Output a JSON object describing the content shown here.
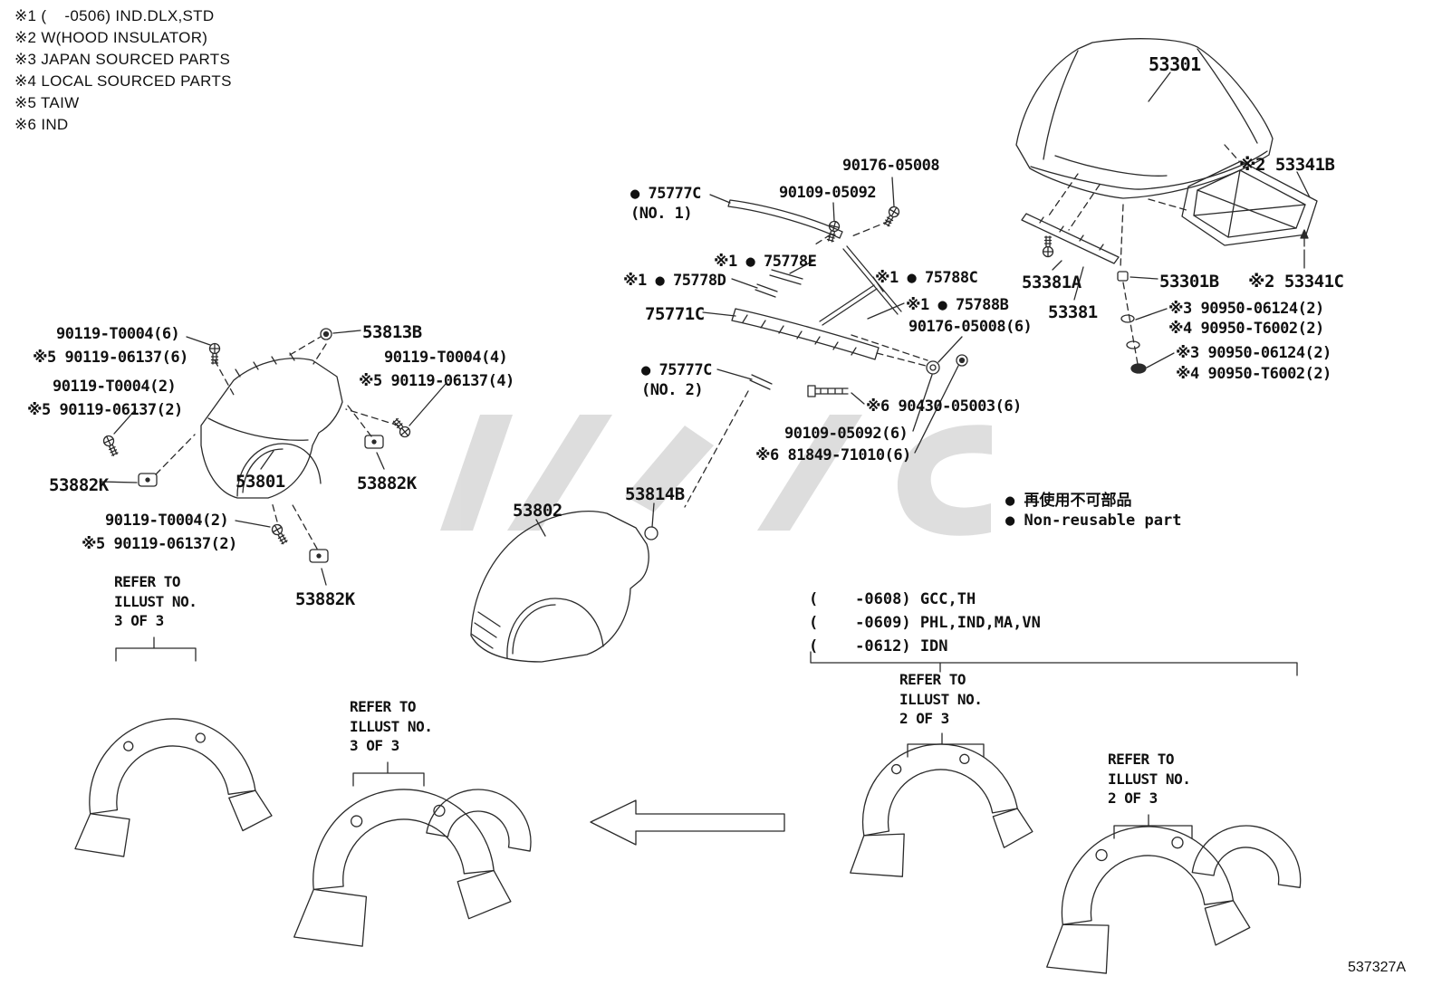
{
  "drawing_number": "537327A",
  "notes": [
    "※1 (    -0506) IND.DLX,STD",
    "※2 W(HOOD INSULATOR)",
    "※3 JAPAN SOURCED PARTS",
    "※4 LOCAL SOURCED PARTS",
    "※5 TAIW",
    "※6 IND"
  ],
  "reusable_legend": {
    "jp": "● 再使用不可部品",
    "en": "● Non-reusable part"
  },
  "date_codes": [
    "(    -0608) GCC,TH",
    "(    -0609) PHL,IND,MA,VN",
    "(    -0612) IDN"
  ],
  "refer_blocks": {
    "left_top": "REFER TO\nILLUST NO.\n3 OF 3",
    "left_bottom": "REFER TO\nILLUST NO.\n3 OF 3",
    "right_top": "REFER TO\nILLUST NO.\n2 OF 3",
    "right_bottom": "REFER TO\nILLUST NO.\n2 OF 3"
  },
  "labels": {
    "hood": "53301",
    "hood_insulator": "※2 53341B",
    "hood_insulator_clip": "※2 53341C",
    "bolt_90176_05008": "90176-05008",
    "bolt_90109_05092": "90109-05092",
    "seal_75777c_no1": "● 75777C\n(NO. 1)",
    "seal_75778e": "※1 ● 75778E",
    "seal_75778d": "※1 ● 75778D",
    "seal_75788c": "※1 ● 75788C",
    "louver_75771c": "75771C",
    "seal_75788b": "※1 ● 75788B",
    "bolt_90176_05008_6": "90176-05008(6)",
    "hood_seal_53381a": "53381A",
    "hood_clip_53301b": "53301B",
    "hood_seal_53381": "53381",
    "grommet_90950_06124_a": "※3 90950-06124(2)",
    "grommet_90950_t6002_a": "※4 90950-T6002(2)",
    "grommet_90950_06124_b": "※3 90950-06124(2)",
    "grommet_90950_t6002_b": "※4 90950-T6002(2)",
    "seal_75777c_no2": "● 75777C\n(NO. 2)",
    "screw_90430_05003": "※6 90430-05003(6)",
    "bolt_90109_05092_6": "90109-05092(6)",
    "grommet_81849_71010": "※6 81849-71010(6)",
    "bolt_90119_t0004_6": "90119-T0004(6)",
    "bolt_90119_06137_6": "※5 90119-06137(6)",
    "bracket_53813b": "53813B",
    "bolt_90119_t0004_2a": "90119-T0004(2)",
    "bolt_90119_06137_2a": "※5 90119-06137(2)",
    "bolt_90119_t0004_4": "90119-T0004(4)",
    "bolt_90119_06137_4": "※5 90119-06137(4)",
    "clip_53882k_a": "53882K",
    "fender_53801": "53801",
    "clip_53882k_b": "53882K",
    "bolt_90119_t0004_2b": "90119-T0004(2)",
    "bolt_90119_06137_2b": "※5 90119-06137(2)",
    "clip_53882k_c": "53882K",
    "fender_53802": "53802",
    "clip_53814b": "53814B"
  }
}
